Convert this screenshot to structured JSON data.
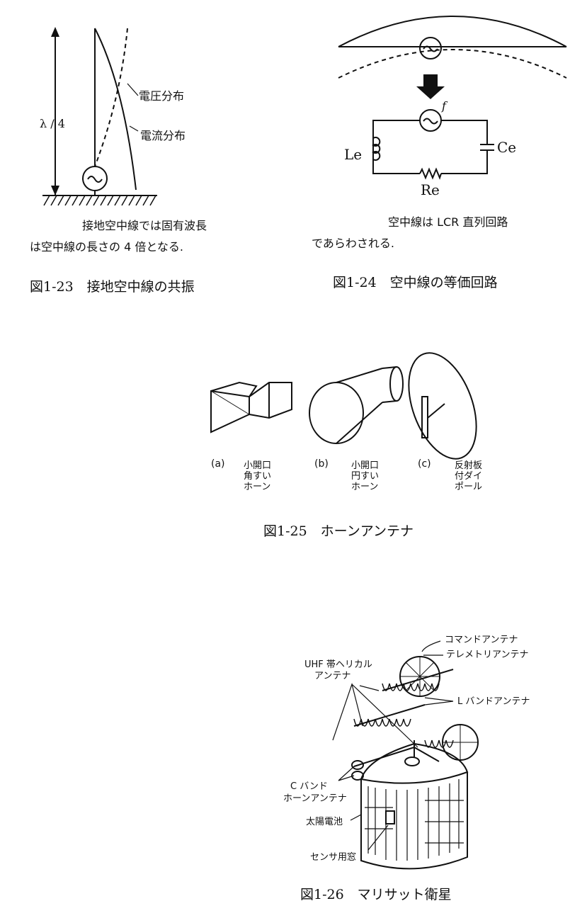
{
  "fig23": {
    "lambda_label": "λ / 4",
    "voltage_label": "電圧分布",
    "current_label": "電流分布",
    "text_line1": "接地空中線では固有波長",
    "text_line2": "は空中線の長さの 4 倍となる.",
    "caption": "図1-23　接地空中線の共振"
  },
  "fig24": {
    "f_label": "f",
    "L_label": "Le",
    "C_label": "Ce",
    "R_label": "Re",
    "text_line1": "空中線は LCR 直列回路",
    "text_line2": "であらわされる.",
    "caption": "図1-24　空中線の等価回路"
  },
  "fig25": {
    "items": [
      {
        "tag": "(a)",
        "lines": [
          "小開口",
          "角すい",
          "ホーン"
        ]
      },
      {
        "tag": "(b)",
        "lines": [
          "小開口",
          "円すい",
          "ホーン"
        ]
      },
      {
        "tag": "(c)",
        "lines": [
          "反射板",
          "付ダイ",
          "ポール"
        ]
      }
    ],
    "caption": "図1-25　ホーンアンテナ"
  },
  "fig26": {
    "command_antenna": "コマンドアンテナ",
    "telemetry_antenna": "テレメトリアンテナ",
    "uhf_line1": "UHF 帯ヘリカル",
    "uhf_line2": "アンテナ",
    "l_band": "L バンドアンテナ",
    "c_band_line1": "C バンド",
    "c_band_line2": "ホーンアンテナ",
    "solar_cell": "太陽電池",
    "sensor_window": "センサ用窓",
    "caption": "図1-26　マリサット衛星"
  }
}
